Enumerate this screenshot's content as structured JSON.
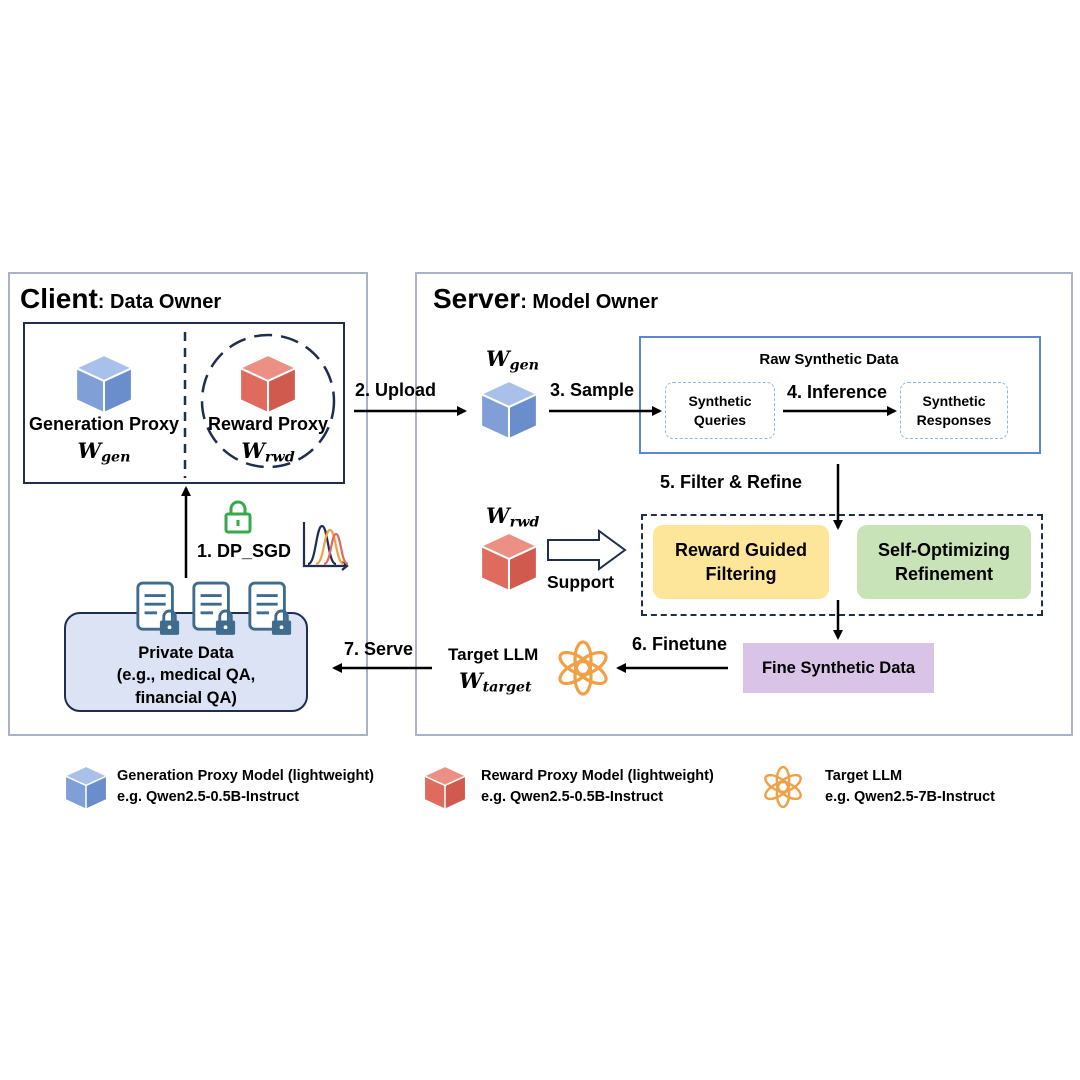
{
  "client": {
    "title": "Client",
    "subtitle": ": Data Owner",
    "generation_proxy_label": "Generation Proxy",
    "reward_proxy_label": "Reward Proxy",
    "dp_sgd_label": "1. DP_SGD",
    "private_data": {
      "line1": "Private Data",
      "line2": "(e.g., medical QA,",
      "line3": "financial QA)"
    }
  },
  "server": {
    "title": "Server",
    "subtitle": ": Model Owner",
    "raw_synthetic_data_title": "Raw Synthetic Data",
    "synthetic_queries": [
      "Synthetic",
      "Queries"
    ],
    "synthetic_responses": [
      "Synthetic",
      "Responses"
    ],
    "reward_guided_filtering": [
      "Reward Guided",
      "Filtering"
    ],
    "self_optimizing_refinement": [
      "Self-Optimizing",
      "Refinement"
    ],
    "fine_synthetic_data": "Fine Synthetic Data",
    "target_llm_label": "Target LLM",
    "support_label": "Support"
  },
  "math": {
    "W": "W",
    "gen": "gen",
    "rwd": "rwd",
    "target": "target"
  },
  "steps": {
    "upload": "2. Upload",
    "sample": "3. Sample",
    "inference": "4. Inference",
    "filter_refine": "5. Filter & Refine",
    "finetune": "6. Finetune",
    "serve": "7. Serve"
  },
  "legend": [
    {
      "icon": "blue-cube-icon",
      "title": "Generation Proxy Model (lightweight)",
      "example": "e.g. Qwen2.5-0.5B-Instruct"
    },
    {
      "icon": "red-cube-icon",
      "title": "Reward Proxy Model (lightweight)",
      "example": "e.g. Qwen2.5-0.5B-Instruct"
    },
    {
      "icon": "openai-knot-icon",
      "title": "Target LLM",
      "example": "e.g. Qwen2.5-7B-Instruct"
    }
  ],
  "colors": {
    "panel_border": "#a9b3c4",
    "navy": "#1f2d4e",
    "blue_cube": "#7f9fd6",
    "red_cube": "#de6b5e",
    "openai_orange": "#f0a046",
    "raw_box_border": "#5b86d1",
    "reward_filter_fill": "#fde69a",
    "refinement_fill": "#c8e3b7",
    "fine_data_fill": "#d9c3e6",
    "private_data_fill": "#dbe3f4",
    "lock_green": "#36a94b"
  }
}
